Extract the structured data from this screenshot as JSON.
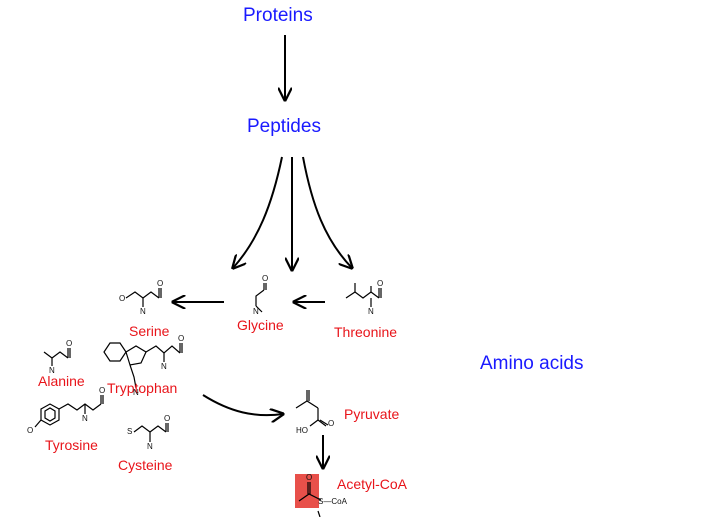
{
  "headings": {
    "proteins": "Proteins",
    "peptides": "Peptides",
    "amino_acids": "Amino acids"
  },
  "amino_acids": {
    "serine": "Serine",
    "glycine": "Glycine",
    "threonine": "Threonine",
    "alanine": "Alanine",
    "tryptophan": "Tryptophan",
    "tyrosine": "Tyrosine",
    "cysteine": "Cysteine"
  },
  "metabolites": {
    "pyruvate": "Pyruvate",
    "acetyl_coa": "Acetyl-CoA"
  },
  "atoms": {
    "O": "O",
    "N": "N",
    "S": "S",
    "HO": "HO",
    "S_CoA": "S—CoA"
  },
  "colors": {
    "heading": "#1a1aff",
    "compound_label": "#e8141a",
    "highlight": "#e8504a"
  }
}
